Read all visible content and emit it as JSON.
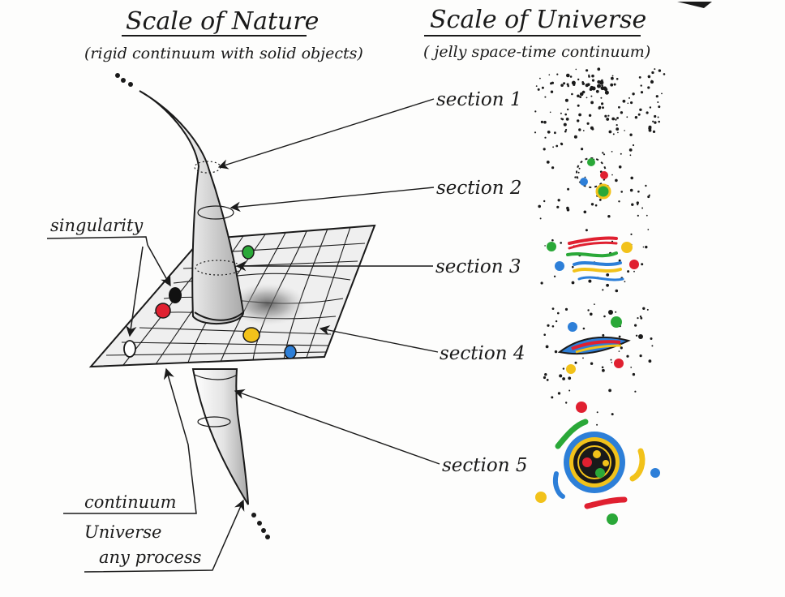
{
  "titles": {
    "left_title": "Scale of Nature",
    "left_subtitle": "(rigid continuum with solid objects)",
    "right_title": "Scale of Universe",
    "right_subtitle": "( jelly space-time continuum)"
  },
  "labels": {
    "singularity": "singularity",
    "section1": "section 1",
    "section2": "section 2",
    "section3": "section 3",
    "section4": "section 4",
    "section5": "section 5",
    "continuum": "continuum",
    "universe": "Universe",
    "any_process": "any process"
  },
  "colors": {
    "ink": "#1a1a1a",
    "red": "#e02030",
    "green": "#2aa838",
    "blue": "#2d7fd8",
    "yellow": "#f2c21a"
  }
}
